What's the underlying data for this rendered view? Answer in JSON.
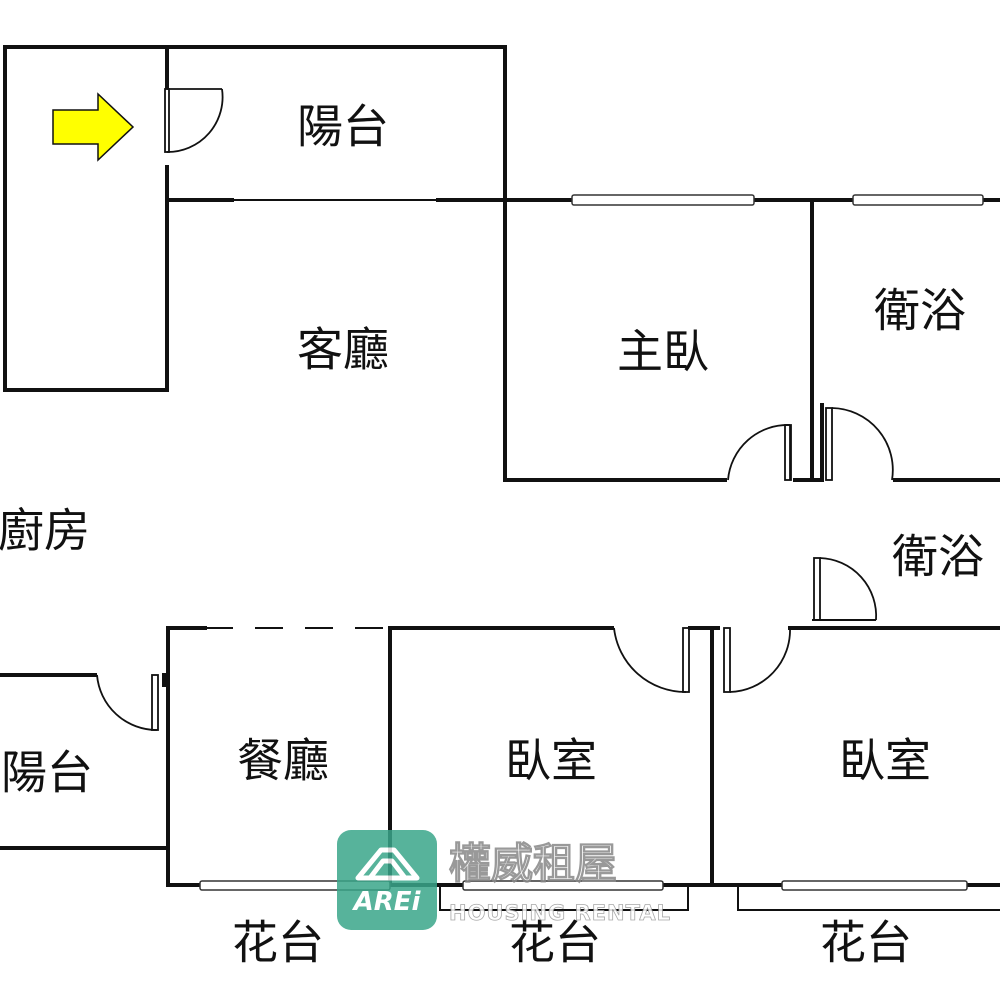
{
  "rooms": {
    "balcony_top": "陽台",
    "living_room": "客廳",
    "master_bedroom": "主臥",
    "bathroom_1": "衛浴",
    "kitchen": "廚房",
    "bathroom_2": "衛浴",
    "balcony_left": "陽台",
    "dining_room": "餐廳",
    "bedroom_1": "臥室",
    "bedroom_2": "臥室",
    "planter_1": "花台",
    "planter_2": "花台",
    "planter_3": "花台"
  },
  "watermark": {
    "logo_text": "AREi",
    "brand_name": "權威租屋",
    "brand_sub": "HOUSING RENTAL",
    "color": "#3aa68a"
  },
  "colors": {
    "entrance_arrow": "#ffff00",
    "wall": "#111111"
  },
  "icons": {
    "entrance": "entrance-arrow-icon",
    "logo": "house-logo-icon"
  }
}
